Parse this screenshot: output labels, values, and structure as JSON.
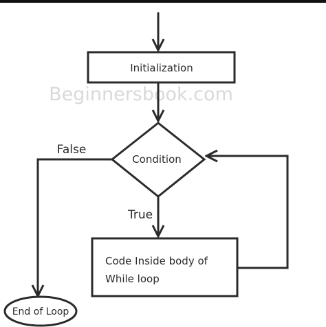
{
  "watermark": "Beginnersbook.com",
  "nodes": {
    "init": "Initialization",
    "condition": "Condition",
    "body_line1": "Code Inside body of",
    "body_line2": "While loop",
    "end": "End of Loop"
  },
  "edges": {
    "false_label": "False",
    "true_label": "True"
  }
}
